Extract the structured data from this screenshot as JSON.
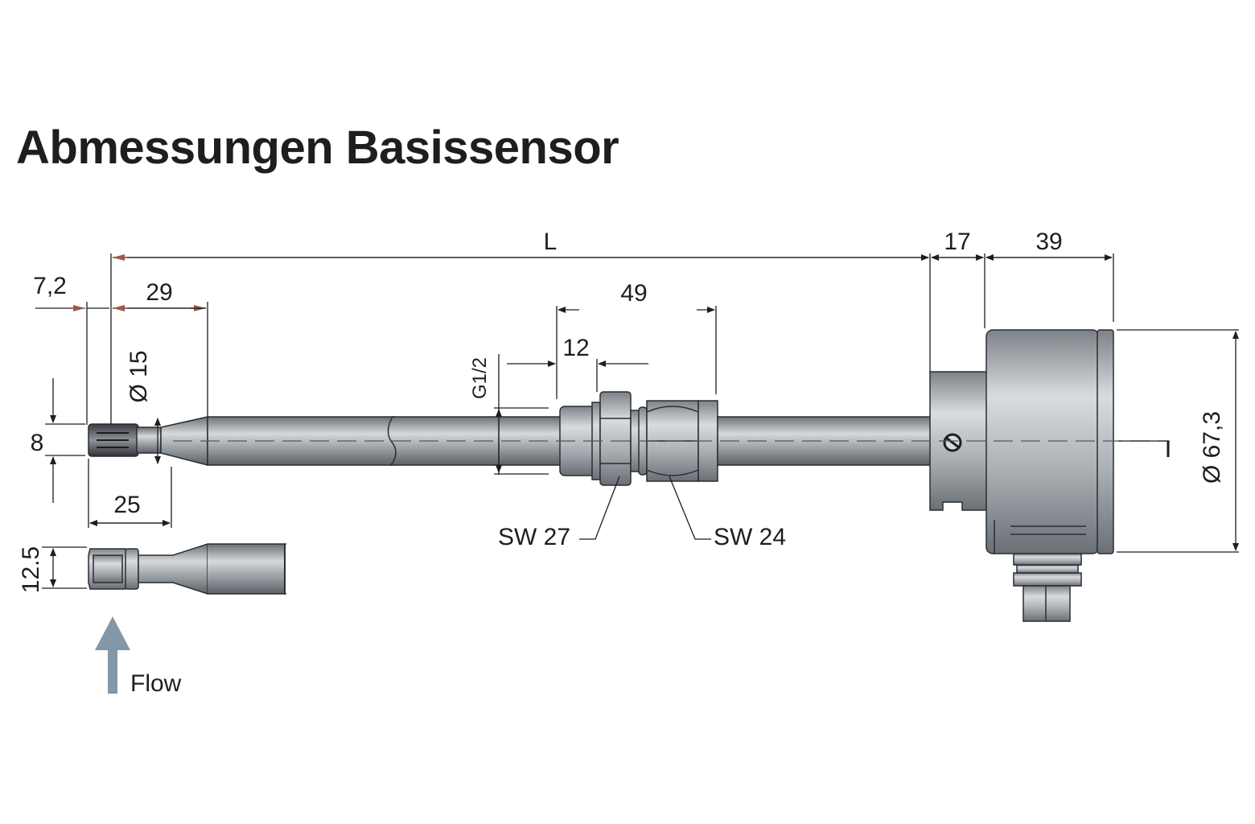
{
  "title": "Abmessungen Basissensor",
  "dimensions": {
    "L": "L",
    "d17": "17",
    "d39": "39",
    "d7_2": "7,2",
    "d29": "29",
    "d49": "49",
    "d12": "12",
    "thread": "G1/2",
    "dia15": "Ø 15",
    "d8": "8",
    "d25": "25",
    "d12_5": "12.5",
    "dia67_3": "Ø 67,3"
  },
  "callouts": {
    "sw27": "SW 27",
    "sw24": "SW 24"
  },
  "flow_label": "Flow",
  "colors": {
    "arrow_dim": "#9a5a48",
    "metal_dark": "#6b7076",
    "metal_light": "#cfd3d7",
    "flow_arrow": "#8497a6"
  }
}
